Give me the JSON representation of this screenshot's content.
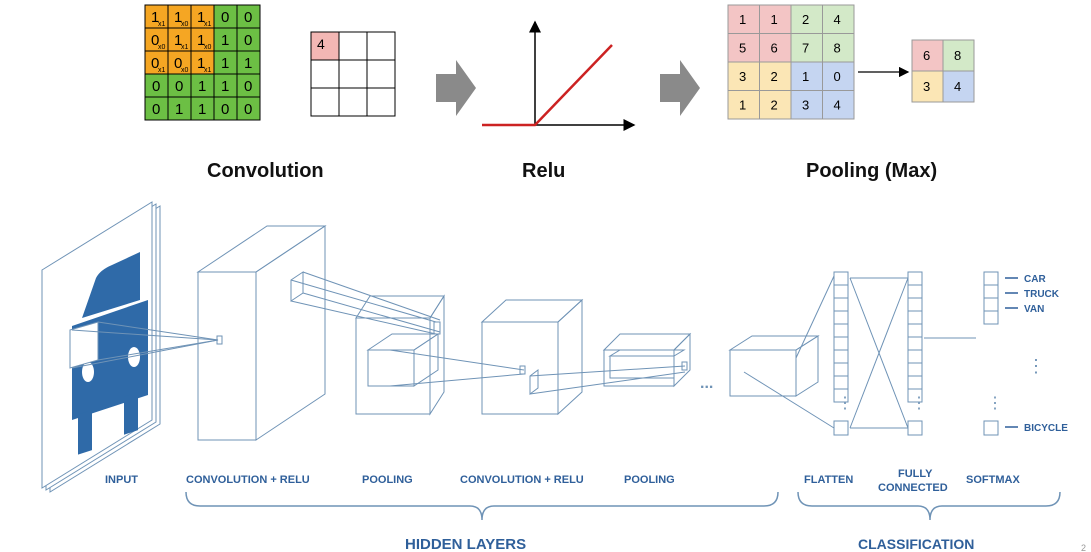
{
  "top": {
    "convolution": {
      "title": "Convolution",
      "image": [
        [
          1,
          1,
          1,
          0,
          0
        ],
        [
          0,
          1,
          1,
          1,
          0
        ],
        [
          0,
          0,
          1,
          1,
          1
        ],
        [
          0,
          0,
          1,
          1,
          0
        ],
        [
          0,
          1,
          1,
          0,
          0
        ]
      ],
      "kernel": [
        [
          "x1",
          "x0",
          "x1"
        ],
        [
          "x0",
          "x1",
          "x0"
        ],
        [
          "x1",
          "x0",
          "x1"
        ]
      ],
      "output_value": "4",
      "colors": {
        "image_cell": "#6cbf44",
        "kernel_cell": "#f5a623",
        "output_cell": "#f3b7b4"
      }
    },
    "relu": {
      "title": "Relu",
      "colors": {
        "line": "#cc2222"
      }
    },
    "pooling": {
      "title": "Pooling (Max)",
      "input": [
        [
          1,
          1,
          2,
          4
        ],
        [
          5,
          6,
          7,
          8
        ],
        [
          3,
          2,
          1,
          0
        ],
        [
          1,
          2,
          3,
          4
        ]
      ],
      "output": [
        [
          6,
          8
        ],
        [
          3,
          4
        ]
      ],
      "colors": {
        "q1": "#f3c5c5",
        "q2": "#d3e9c8",
        "q3": "#fbe6b5",
        "q4": "#c5d5f1"
      }
    }
  },
  "bottom": {
    "stage_labels": {
      "input": "INPUT",
      "conv1": "CONVOLUTION + RELU",
      "pool1": "POOLING",
      "conv2": "CONVOLUTION + RELU",
      "pool2": "POOLING",
      "flatten": "FLATTEN",
      "fc_line1": "FULLY",
      "fc_line2": "CONNECTED",
      "softmax": "SOFTMAX"
    },
    "group_labels": {
      "hidden": "HIDDEN LAYERS",
      "classification": "CLASSIFICATION"
    },
    "classes": [
      "CAR",
      "TRUCK",
      "VAN",
      "BICYCLE"
    ],
    "ellipsis": "...",
    "vdots": "⋮",
    "page_number": "2",
    "colors": {
      "line": "#6f93b6",
      "car": "#2f6aa8",
      "label": "#2f5f9a"
    }
  }
}
